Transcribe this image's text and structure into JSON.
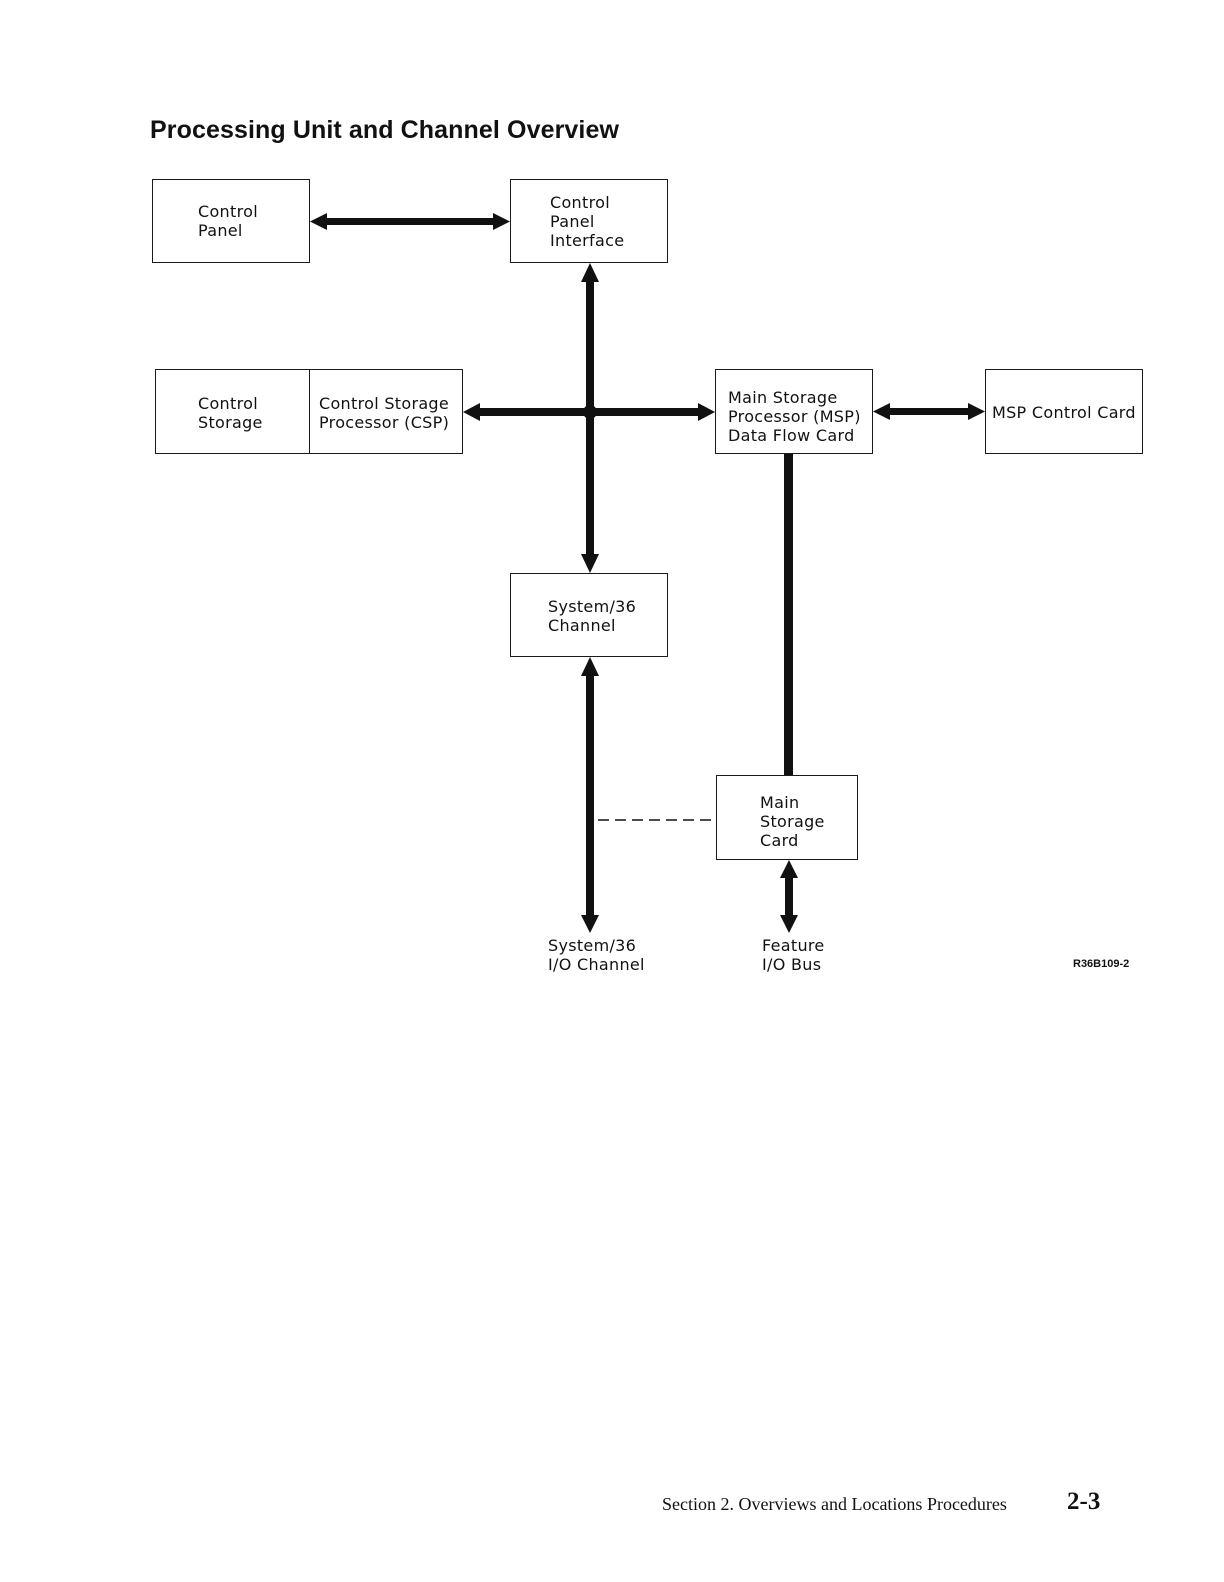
{
  "page": {
    "title": "Processing Unit and Channel Overview",
    "figure_code": "R36B109-2",
    "footer_text": "Section 2.  Overviews and Locations Procedures",
    "page_number": "2-3"
  },
  "nodes": {
    "control_panel": [
      "Control",
      "Panel"
    ],
    "control_panel_interface": [
      "Control",
      "Panel",
      "Interface"
    ],
    "control_storage": [
      "Control",
      "Storage"
    ],
    "csp": [
      "Control Storage",
      "Processor (CSP)"
    ],
    "msp_data_flow": [
      "Main Storage",
      "Processor (MSP)",
      "Data Flow Card"
    ],
    "msp_control": [
      "MSP Control Card"
    ],
    "sys36_channel": [
      "System/36",
      "Channel"
    ],
    "main_storage_card": [
      "Main",
      "Storage",
      "Card"
    ],
    "sys36_io_channel": [
      "System/36",
      "I/O Channel"
    ],
    "feature_io_bus": [
      "Feature",
      "I/O Bus"
    ]
  },
  "colors": {
    "ink": "#111111",
    "background": "#ffffff"
  }
}
